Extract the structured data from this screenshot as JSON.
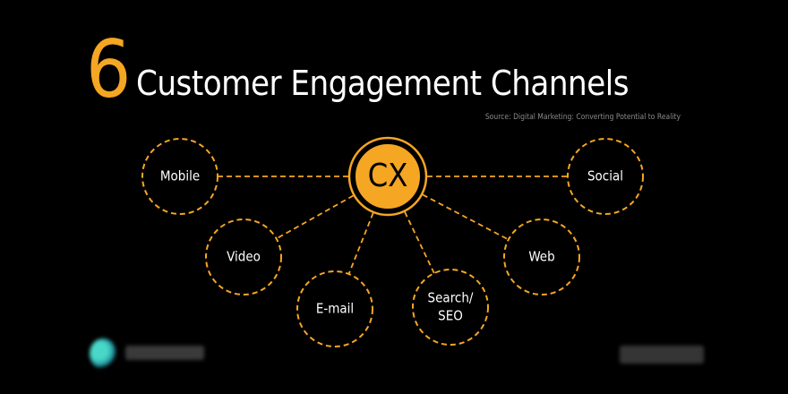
{
  "title": {
    "number": "6",
    "text": "Customer Engagement Channels"
  },
  "source": "Source: Digital Marketing: Converting Potential to Reality",
  "hub": {
    "label": "CX"
  },
  "channels": [
    {
      "id": "mobile",
      "lines": [
        "Mobile"
      ]
    },
    {
      "id": "social",
      "lines": [
        "Social"
      ]
    },
    {
      "id": "video",
      "lines": [
        "Video"
      ]
    },
    {
      "id": "web",
      "lines": [
        "Web"
      ]
    },
    {
      "id": "email",
      "lines": [
        "E-mail"
      ]
    },
    {
      "id": "search-seo",
      "lines": [
        "Search/",
        "SEO"
      ]
    }
  ],
  "colors": {
    "accent": "#f5a623",
    "background": "#000000",
    "text": "#ffffff"
  }
}
